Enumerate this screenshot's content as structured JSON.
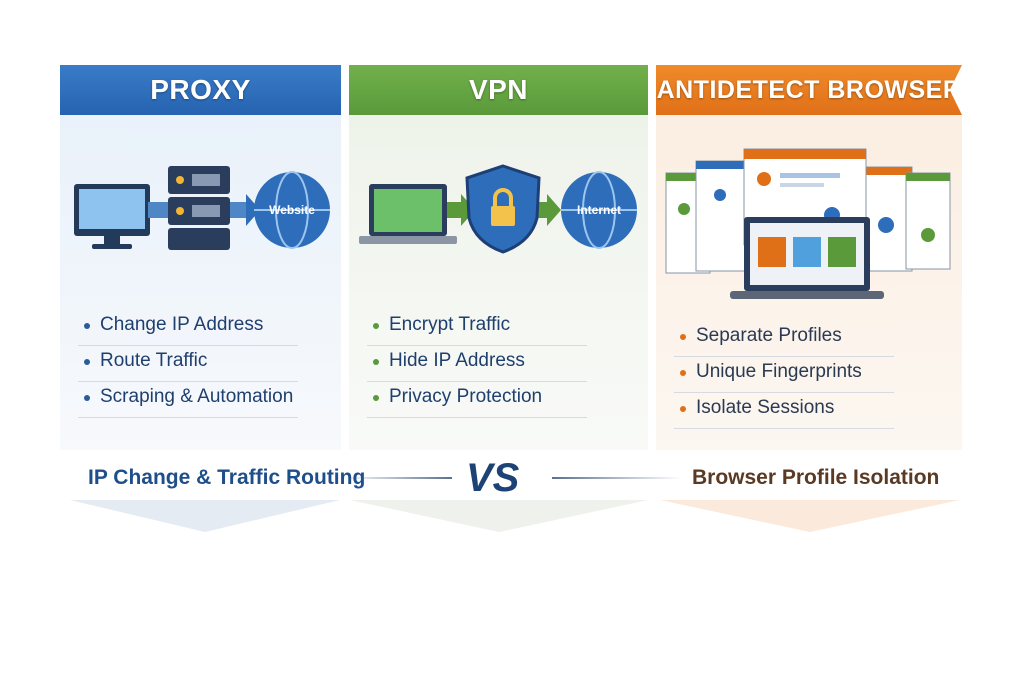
{
  "columns": [
    {
      "title": "PROXY",
      "color": "#2d6dba",
      "features": [
        "Change IP Address",
        "Route Traffic",
        "Scraping & Automation"
      ],
      "summary": "IP Change & Traffic Routing",
      "illustration": {
        "icons": [
          "monitor-icon",
          "server-icon",
          "arrow-icon",
          "globe-icon"
        ],
        "globe_label": "Website"
      }
    },
    {
      "title": "VPN",
      "color": "#63a443",
      "features": [
        "Encrypt Traffic",
        "Hide IP Address",
        "Privacy Protection"
      ],
      "illustration": {
        "icons": [
          "laptop-icon",
          "shield-lock-icon",
          "arrow-icon",
          "globe-icon"
        ],
        "globe_label": "Internet"
      }
    },
    {
      "title": "ANTIDETECT BROWSER",
      "color": "#e87c20",
      "features": [
        "Separate Profiles",
        "Unique Fingerprints",
        "Isolate Sessions"
      ],
      "summary": "Browser Profile Isolation",
      "illustration": {
        "icons": [
          "browser-windows-icon",
          "laptop-profiles-icon"
        ]
      }
    }
  ],
  "vs_label": "VS"
}
